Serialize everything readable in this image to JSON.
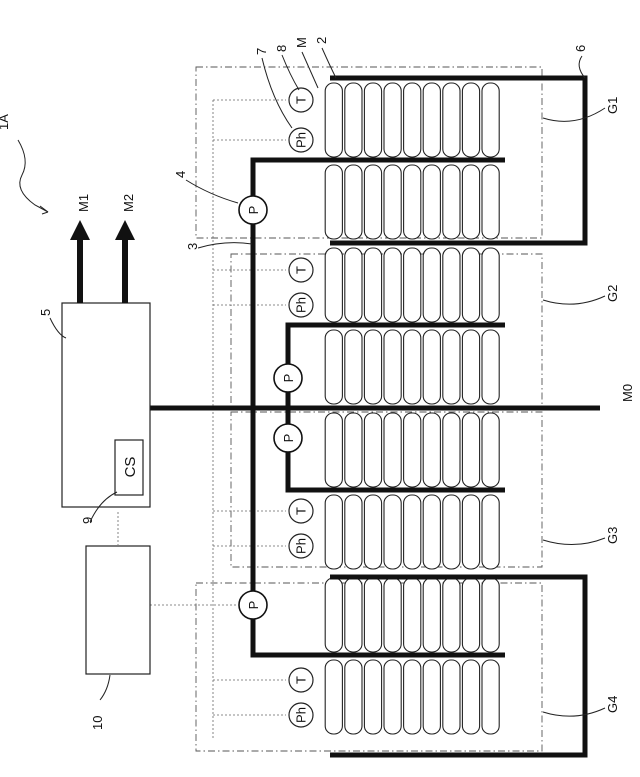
{
  "figure_label": "1A",
  "refs": {
    "r2": "2",
    "r3": "3",
    "r4": "4",
    "r5": "5",
    "r6": "6",
    "r7": "7",
    "r8": "8",
    "r9": "9",
    "r10": "10",
    "M": "M"
  },
  "outputs": [
    "M1",
    "M2"
  ],
  "main_line": "M0",
  "controller_label": "CS",
  "groups": [
    "G1",
    "G2",
    "G3",
    "G4"
  ],
  "pump_symbol": "P",
  "temp_symbol": "T",
  "ph_symbol": "Ph"
}
